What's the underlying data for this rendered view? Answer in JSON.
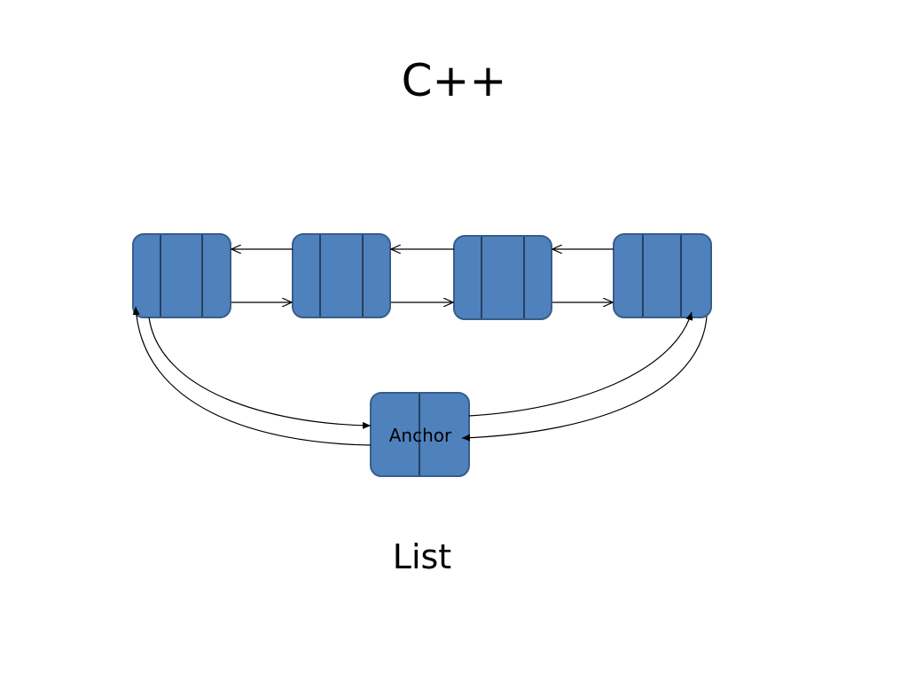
{
  "slide": {
    "title": "C++",
    "caption": "List"
  },
  "diagram": {
    "anchor_label": "Anchor",
    "list_node_count": 4,
    "node_fill": "#4f81bd",
    "node_stroke": "#385d8a"
  }
}
